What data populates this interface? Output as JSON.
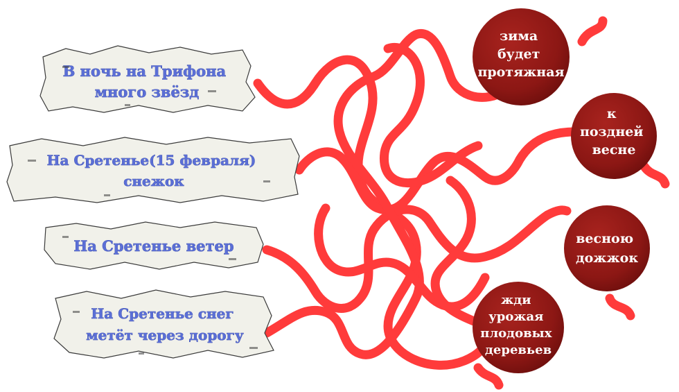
{
  "left_labels": [
    {
      "lines": [
        "В ночь на Трифона",
        "много звёзд"
      ]
    },
    {
      "lines": [
        "На Сретенье(15 февраля)",
        "снежок"
      ]
    },
    {
      "lines": [
        "На Сретенье ветер"
      ]
    },
    {
      "lines": [
        "На Сретенье снег",
        "метёт через дорогу"
      ]
    }
  ],
  "right_labels": [
    {
      "lines": [
        "зима",
        "будет",
        "протяжная"
      ]
    },
    {
      "lines": [
        "к",
        "поздней",
        "весне"
      ]
    },
    {
      "lines": [
        "весною",
        "дожжок"
      ]
    },
    {
      "lines": [
        "жди",
        "урожая",
        "плодовых",
        "деревьев"
      ]
    }
  ],
  "colors": {
    "rope": "#ff3b3b",
    "seal": "#8c1714",
    "bark_text": "#5b6fd6",
    "bark_bg": "#f1f1ea"
  }
}
